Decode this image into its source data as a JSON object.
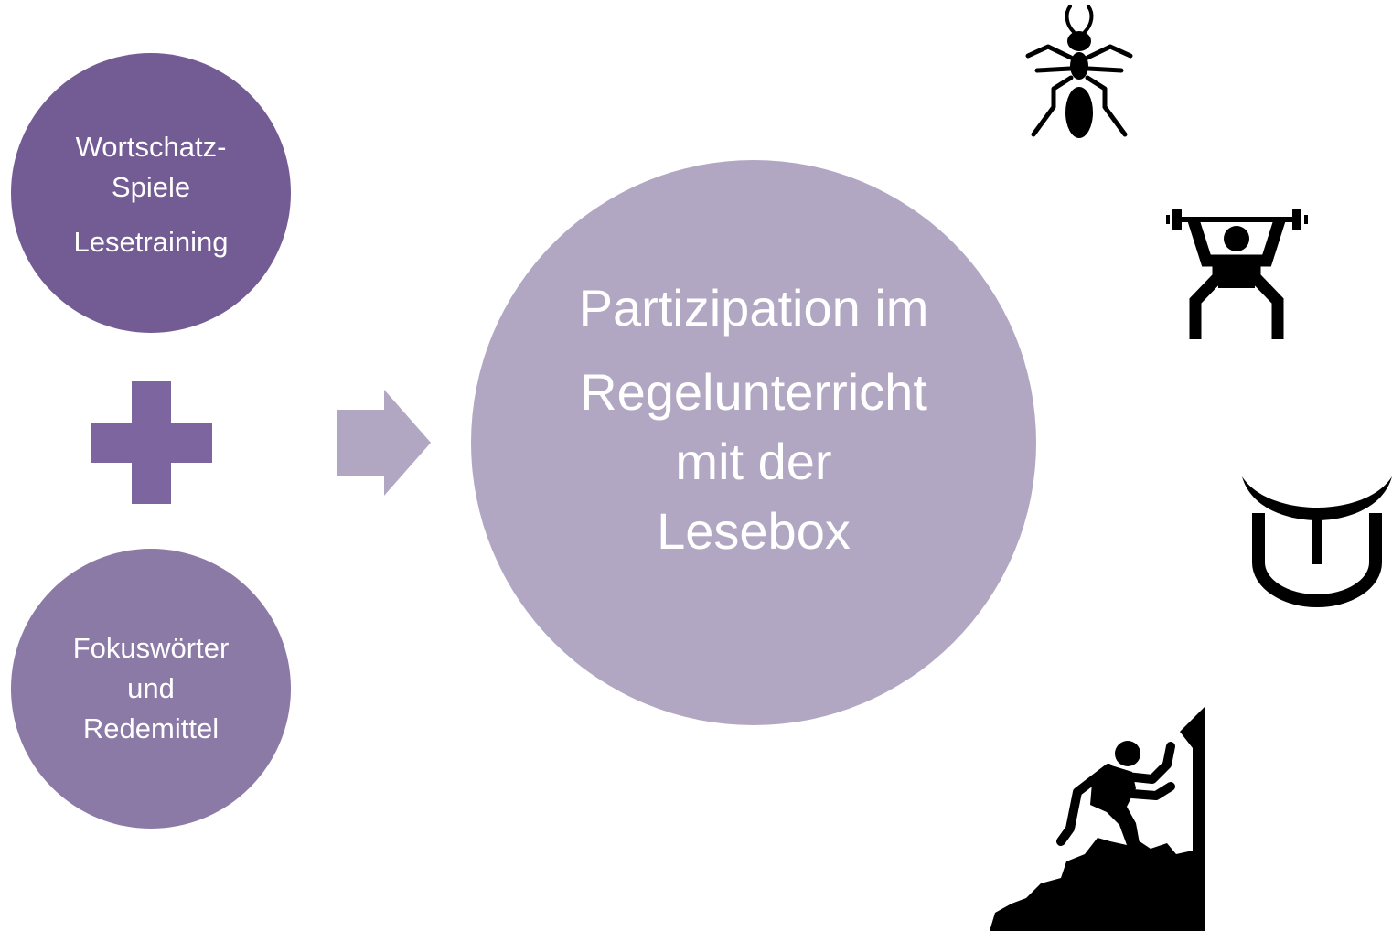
{
  "colors": {
    "dark_purple": "#735b93",
    "medium_purple": "#8b79a6",
    "light_purple": "#b1a7c3",
    "icon": "#000000"
  },
  "top_circle": {
    "line1": "Wortschatz-",
    "line2": "Spiele",
    "line3": "Lesetraining"
  },
  "bottom_circle": {
    "line1": "Fokuswörter",
    "line2": "und",
    "line3": "Redemittel"
  },
  "main_circle": {
    "line1": "Partizipation im",
    "line2": "Regelunterricht",
    "line3": "mit der",
    "line4": "Lesebox"
  },
  "icons": [
    "plus-icon",
    "arrow-right-icon",
    "ant-icon",
    "weightlifter-icon",
    "tongue-icon",
    "climber-icon"
  ]
}
